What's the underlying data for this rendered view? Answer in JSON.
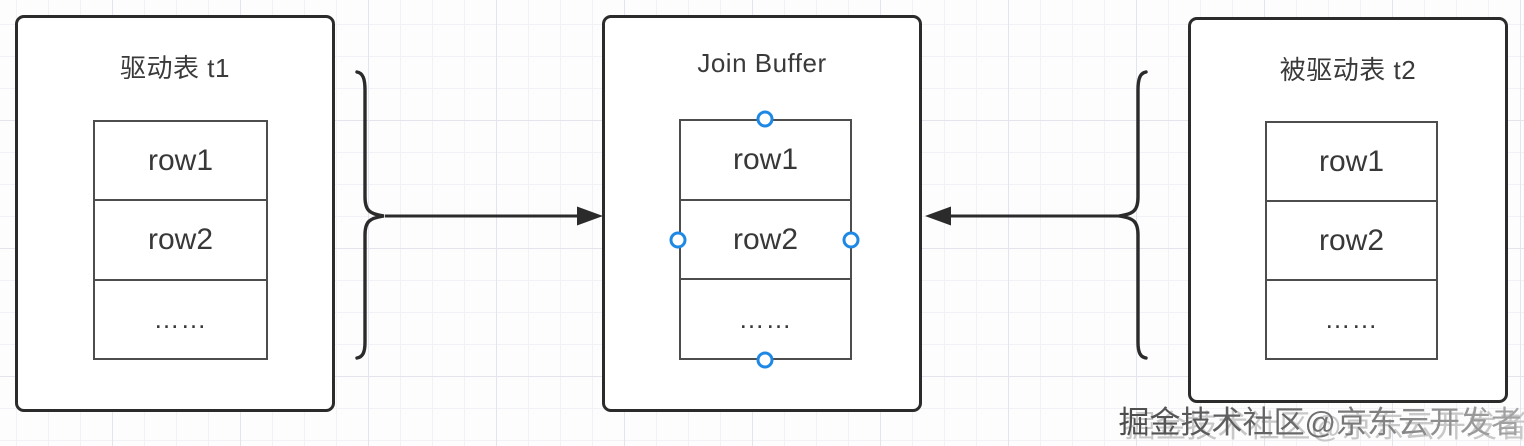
{
  "diagram": {
    "tables": [
      {
        "id": "t1",
        "title": "驱动表 t1",
        "rows": [
          "row1",
          "row2",
          "……"
        ]
      },
      {
        "id": "join_buffer",
        "title": "Join Buffer",
        "rows": [
          "row1",
          "row2",
          "……"
        ]
      },
      {
        "id": "t2",
        "title": "被驱动表 t2",
        "rows": [
          "row1",
          "row2",
          "……"
        ]
      }
    ],
    "connectors": [
      {
        "from": "驱动表 t1",
        "to": "Join Buffer",
        "shape": "curly-brace-with-arrow",
        "direction": "right"
      },
      {
        "from": "被驱动表 t2",
        "to": "Join Buffer",
        "shape": "curly-brace-with-arrow",
        "direction": "left"
      }
    ],
    "handles": [
      "top",
      "left",
      "right",
      "bottom"
    ],
    "colors": {
      "box_border": "#2b2b2b",
      "table_border": "#4d4d4d",
      "text": "#3a3a3a",
      "connector": "#2b2b2b",
      "handle_blue": "#1e88e5",
      "grid_minor": "#f1f1f6",
      "grid_major": "#e4e4ec"
    },
    "watermark": "掘金技术社区@京东云开发者"
  }
}
